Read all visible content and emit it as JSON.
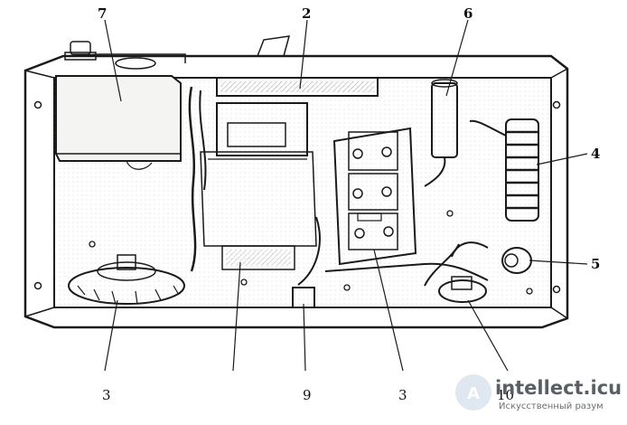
{
  "callouts": [
    {
      "id": "7",
      "label": "7"
    },
    {
      "id": "2",
      "label": "2"
    },
    {
      "id": "6",
      "label": "6"
    },
    {
      "id": "4",
      "label": "4"
    },
    {
      "id": "5",
      "label": "5"
    }
  ],
  "bottom_labels": [
    {
      "id": "b1",
      "label": "3"
    },
    {
      "id": "b2",
      "label": "9"
    },
    {
      "id": "b3",
      "label": "3"
    },
    {
      "id": "b4",
      "label": "10"
    }
  ],
  "watermark": {
    "title": "intellect.icu",
    "subtitle": "Искусственный разум"
  },
  "colors": {
    "ink": "#1a1a1a",
    "paper": "#ffffff",
    "watermark": "#5a5f66"
  }
}
